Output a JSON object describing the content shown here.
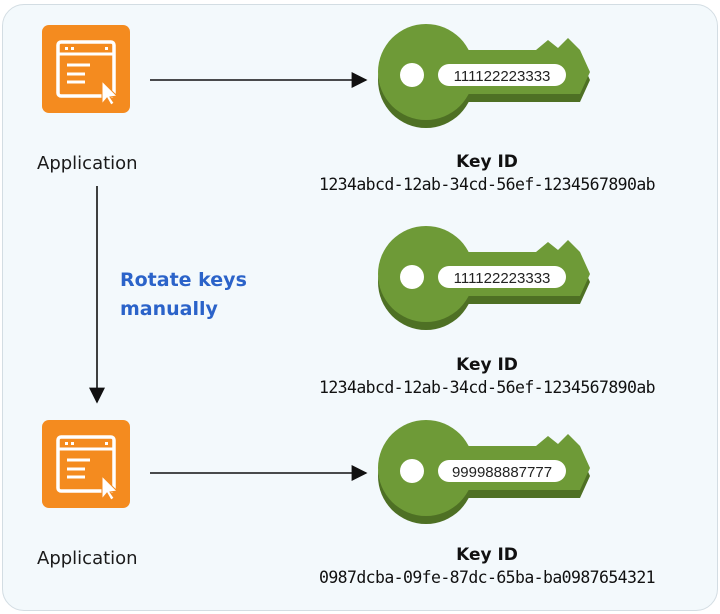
{
  "colors": {
    "app_orange": "#f48b1f",
    "key_green": "#6e9a37",
    "key_shadow": "#4e7024",
    "rotate_text": "#2b63c9"
  },
  "top": {
    "app_label": "Application",
    "key_value": "111122223333",
    "key_id_title": "Key ID",
    "key_id": "1234abcd-12ab-34cd-56ef-1234567890ab"
  },
  "middle": {
    "key_value": "111122223333",
    "key_id_title": "Key ID",
    "key_id": "1234abcd-12ab-34cd-56ef-1234567890ab"
  },
  "bottom": {
    "app_label": "Application",
    "key_value": "999988887777",
    "key_id_title": "Key ID",
    "key_id": "0987dcba-09fe-87dc-65ba-ba0987654321"
  },
  "rotate": {
    "line1": "Rotate keys",
    "line2": "manually"
  },
  "icons": {
    "app": "application-window-cursor-icon",
    "key": "key-icon"
  }
}
